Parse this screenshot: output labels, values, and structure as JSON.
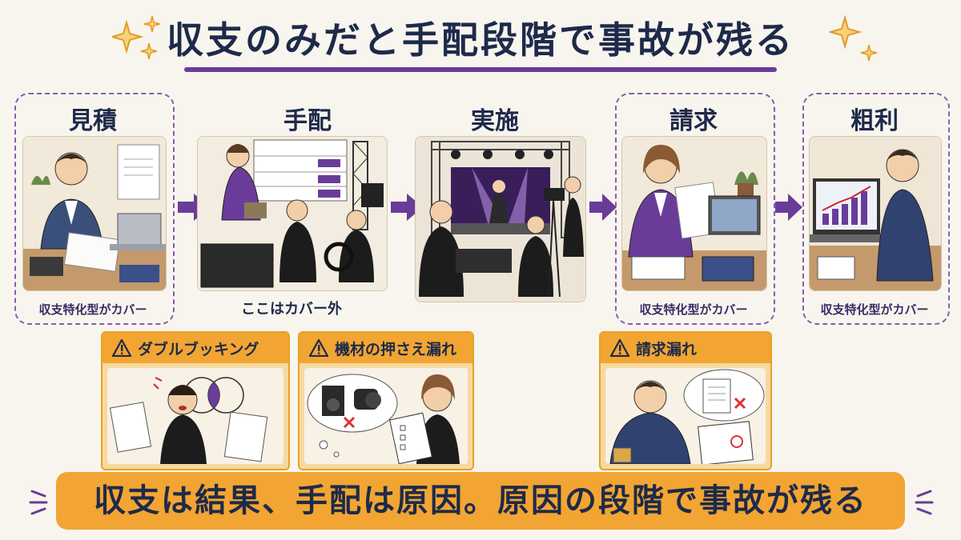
{
  "title": "収支のみだと手配段階で事故が残る",
  "stages": [
    {
      "label": "見積",
      "cover": "収支特化型がカバー"
    },
    {
      "label": "手配",
      "note": "ここはカバー外"
    },
    {
      "label": "実施"
    },
    {
      "label": "請求",
      "cover": "収支特化型がカバー"
    },
    {
      "label": "粗利",
      "cover": "収支特化型がカバー"
    }
  ],
  "warnings": [
    {
      "label": "ダブルブッキング"
    },
    {
      "label": "機材の押さえ漏れ"
    },
    {
      "label": "請求漏れ"
    }
  ],
  "banner": "収支は結果、手配は原因。原因の段階で事故が残る",
  "colors": {
    "accent": "#6a3c9a",
    "warning": "#f2a532",
    "navy": "#1e2a4a"
  }
}
